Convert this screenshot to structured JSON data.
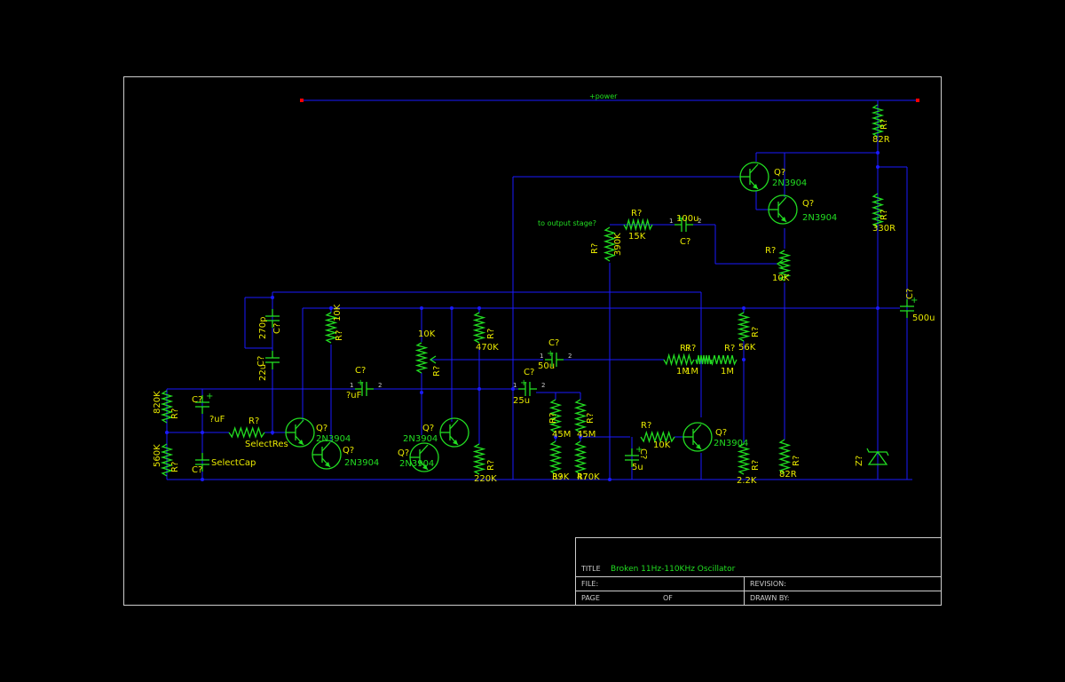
{
  "net_label": "+power",
  "note": "to output stage?",
  "title_block": {
    "title_label": "TITLE",
    "title": "Broken 11Hz-110KHz Oscillator",
    "file_label": "FILE:",
    "revision_label": "REVISION:",
    "page_label": "PAGE",
    "of_label": "OF",
    "drawn_label": "DRAWN BY:"
  },
  "resistors": [
    {
      "ref": "R?",
      "value": "82R"
    },
    {
      "ref": "R?",
      "value": "330R"
    },
    {
      "ref": "R?",
      "value": "15K"
    },
    {
      "ref": "R?",
      "value": "390K"
    },
    {
      "ref": "R?",
      "value": "10K"
    },
    {
      "ref": "R?",
      "value": "1M"
    },
    {
      "ref": "R?",
      "value": "10K"
    },
    {
      "ref": "R?",
      "value": "10K"
    },
    {
      "ref": "R?",
      "value": "470K"
    },
    {
      "ref": "R?",
      "value": "1M"
    },
    {
      "ref": "R?",
      "value": "1M"
    },
    {
      "ref": "R?",
      "value": "56K"
    },
    {
      "ref": "R?",
      "value": "820K"
    },
    {
      "ref": "R?",
      "value": "560K"
    },
    {
      "ref": "R?",
      "value": "SelectRes"
    },
    {
      "ref": "R?",
      "value": "220K"
    },
    {
      "ref": "R?",
      "value": "45M"
    },
    {
      "ref": "R?",
      "value": "45M"
    },
    {
      "ref": "R?",
      "value": "39K"
    },
    {
      "ref": "R?",
      "value": "470K"
    },
    {
      "ref": "R?",
      "value": "10K"
    },
    {
      "ref": "R?",
      "value": "2.2K"
    },
    {
      "ref": "R?",
      "value": "82R"
    }
  ],
  "capacitors": [
    {
      "ref": "C?",
      "value": "100u"
    },
    {
      "ref": "C?",
      "value": "500u"
    },
    {
      "ref": "C?",
      "value": "270p"
    },
    {
      "ref": "C?",
      "value": "22u"
    },
    {
      "ref": "C?",
      "value": "50u"
    },
    {
      "ref": "C?",
      "value": "?uF"
    },
    {
      "ref": "C?",
      "value": "25u"
    },
    {
      "ref": "C?",
      "value": "?uF"
    },
    {
      "ref": "C?",
      "value": "SelectCap"
    },
    {
      "ref": "C?",
      "value": "5u"
    }
  ],
  "transistors": [
    {
      "ref": "Q?",
      "value": "2N3904"
    },
    {
      "ref": "Q?",
      "value": "2N3904"
    },
    {
      "ref": "Q?",
      "value": "2N3904"
    },
    {
      "ref": "Q?",
      "value": "2N3904"
    },
    {
      "ref": "Q?",
      "value": "2N3904"
    },
    {
      "ref": "Q?",
      "value": "2N3904"
    },
    {
      "ref": "Q?",
      "value": "2N3904"
    }
  ],
  "zener": {
    "ref": "Z?"
  },
  "pins": {
    "p1": "1",
    "p2": "2",
    "plus": "+"
  },
  "colors": {
    "background": "#000000",
    "wire": "#1a1aff",
    "component": "#22dd22",
    "label": "#e8e800",
    "frame": "#cccccc",
    "terminal": "#ff0000"
  }
}
